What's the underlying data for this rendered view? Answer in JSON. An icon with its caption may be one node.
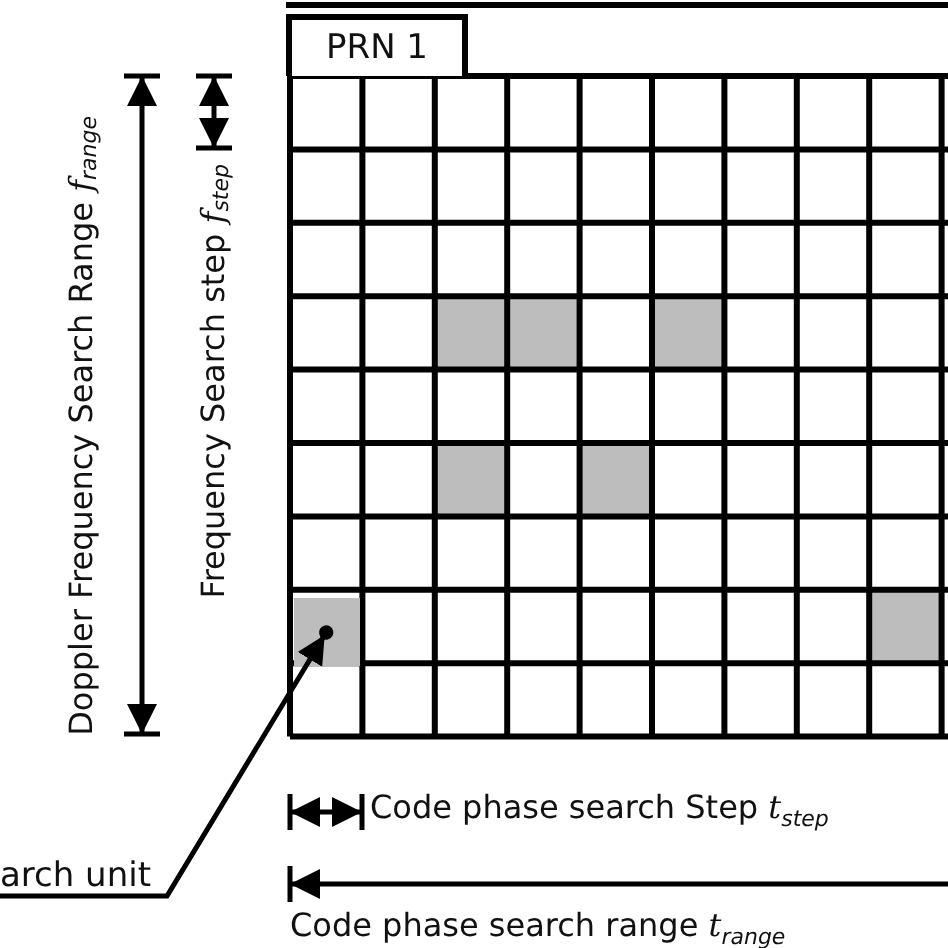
{
  "diagram": {
    "nodes": [
      {
        "text": [
          "PRN 1"
        ]
      },
      {
        "text": [],
        "shape": "box",
        "in": 0
      },
      {
        "text": [
          "arch unit"
        ]
      }
    ],
    "edges": [
      {
        "from": 2,
        "to": 1,
        "arrow": "to"
      }
    ],
    "labels": [
      "Doppler Frequency Search Range *f*$_{range}$",
      "Frequency Search step *f*$_{step}$",
      "Code phase search Step *t*$_{step}$",
      "Code phase search range  *t*$_{range}$"
    ]
  }
}
